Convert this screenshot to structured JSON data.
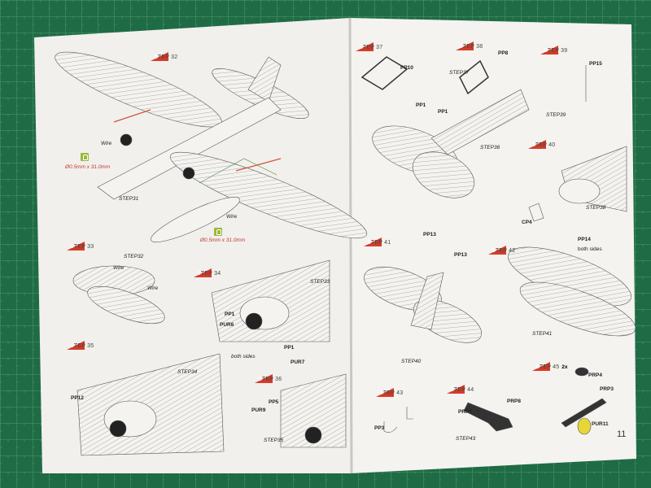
{
  "colors": {
    "mat": "#1f6b45",
    "paper": "#f2f1ed",
    "step_flag": "#d43c2a",
    "wire_size": "#c2382e",
    "wire_icon": "#9cb83a",
    "resin_part": "#e6d63a"
  },
  "page_number": "11",
  "steps": {
    "s31": "STEP 32",
    "s33": "STEP 33",
    "s34": "STEP 34",
    "s35": "STEP 35",
    "s36": "STEP 36",
    "s37": "STEP 37",
    "s38": "STEP 38",
    "s39": "STEP 39",
    "s40": "STEP 40",
    "s41": "STEP 41",
    "s42": "STEP 42",
    "s43": "STEP 43",
    "s44": "STEP 44",
    "s45": "STEP 45",
    "s45_mult": "2x"
  },
  "left_page": {
    "step32": {
      "wire_a": "Wire",
      "size_a": "Ø0.5mm x 31.0mm",
      "ref": "STEP31",
      "wire_b": "Wire",
      "size_b": "Ø0.5mm x 31.0mm"
    },
    "step33": {
      "ref": "STEP32",
      "wire_a": "Wire",
      "wire_b": "Wire"
    },
    "step34": {
      "ref": "STEP33",
      "pp1_a": "PP1",
      "pur6": "PUR6",
      "pp1_b": "PP1",
      "both_sides": "both sides",
      "pur7": "PUR7"
    },
    "step35": {
      "ref": "STEP34",
      "pp12": "PP12"
    },
    "step36": {
      "pp5": "PP5",
      "pur9": "PUR9",
      "ref": "STEP35"
    }
  },
  "right_page": {
    "step37": {
      "pp10": "PP10"
    },
    "step38": {
      "ref": "STEP37",
      "pp8": "PP8",
      "pp1_a": "PP1",
      "pp1_b": "PP1",
      "ref2": "STEP36"
    },
    "step39": {
      "pp15": "PP15"
    },
    "step40": {
      "ref": "STEP39",
      "ref2": "STEP38",
      "cp4": "CP4"
    },
    "step41": {
      "pp13_a": "PP13",
      "pp13_b": "PP13",
      "ref": "STEP40"
    },
    "step42": {
      "pp14": "PP14",
      "both_sides": "both sides",
      "ref": "STEP41"
    },
    "step43": {
      "pp3": "PP3"
    },
    "step44": {
      "prp8": "PRP8",
      "prp7": "PRP7",
      "ref": "STEP43"
    },
    "step45": {
      "prp4": "PRP4",
      "prp3": "PRP3",
      "pur11": "PUR11"
    }
  }
}
